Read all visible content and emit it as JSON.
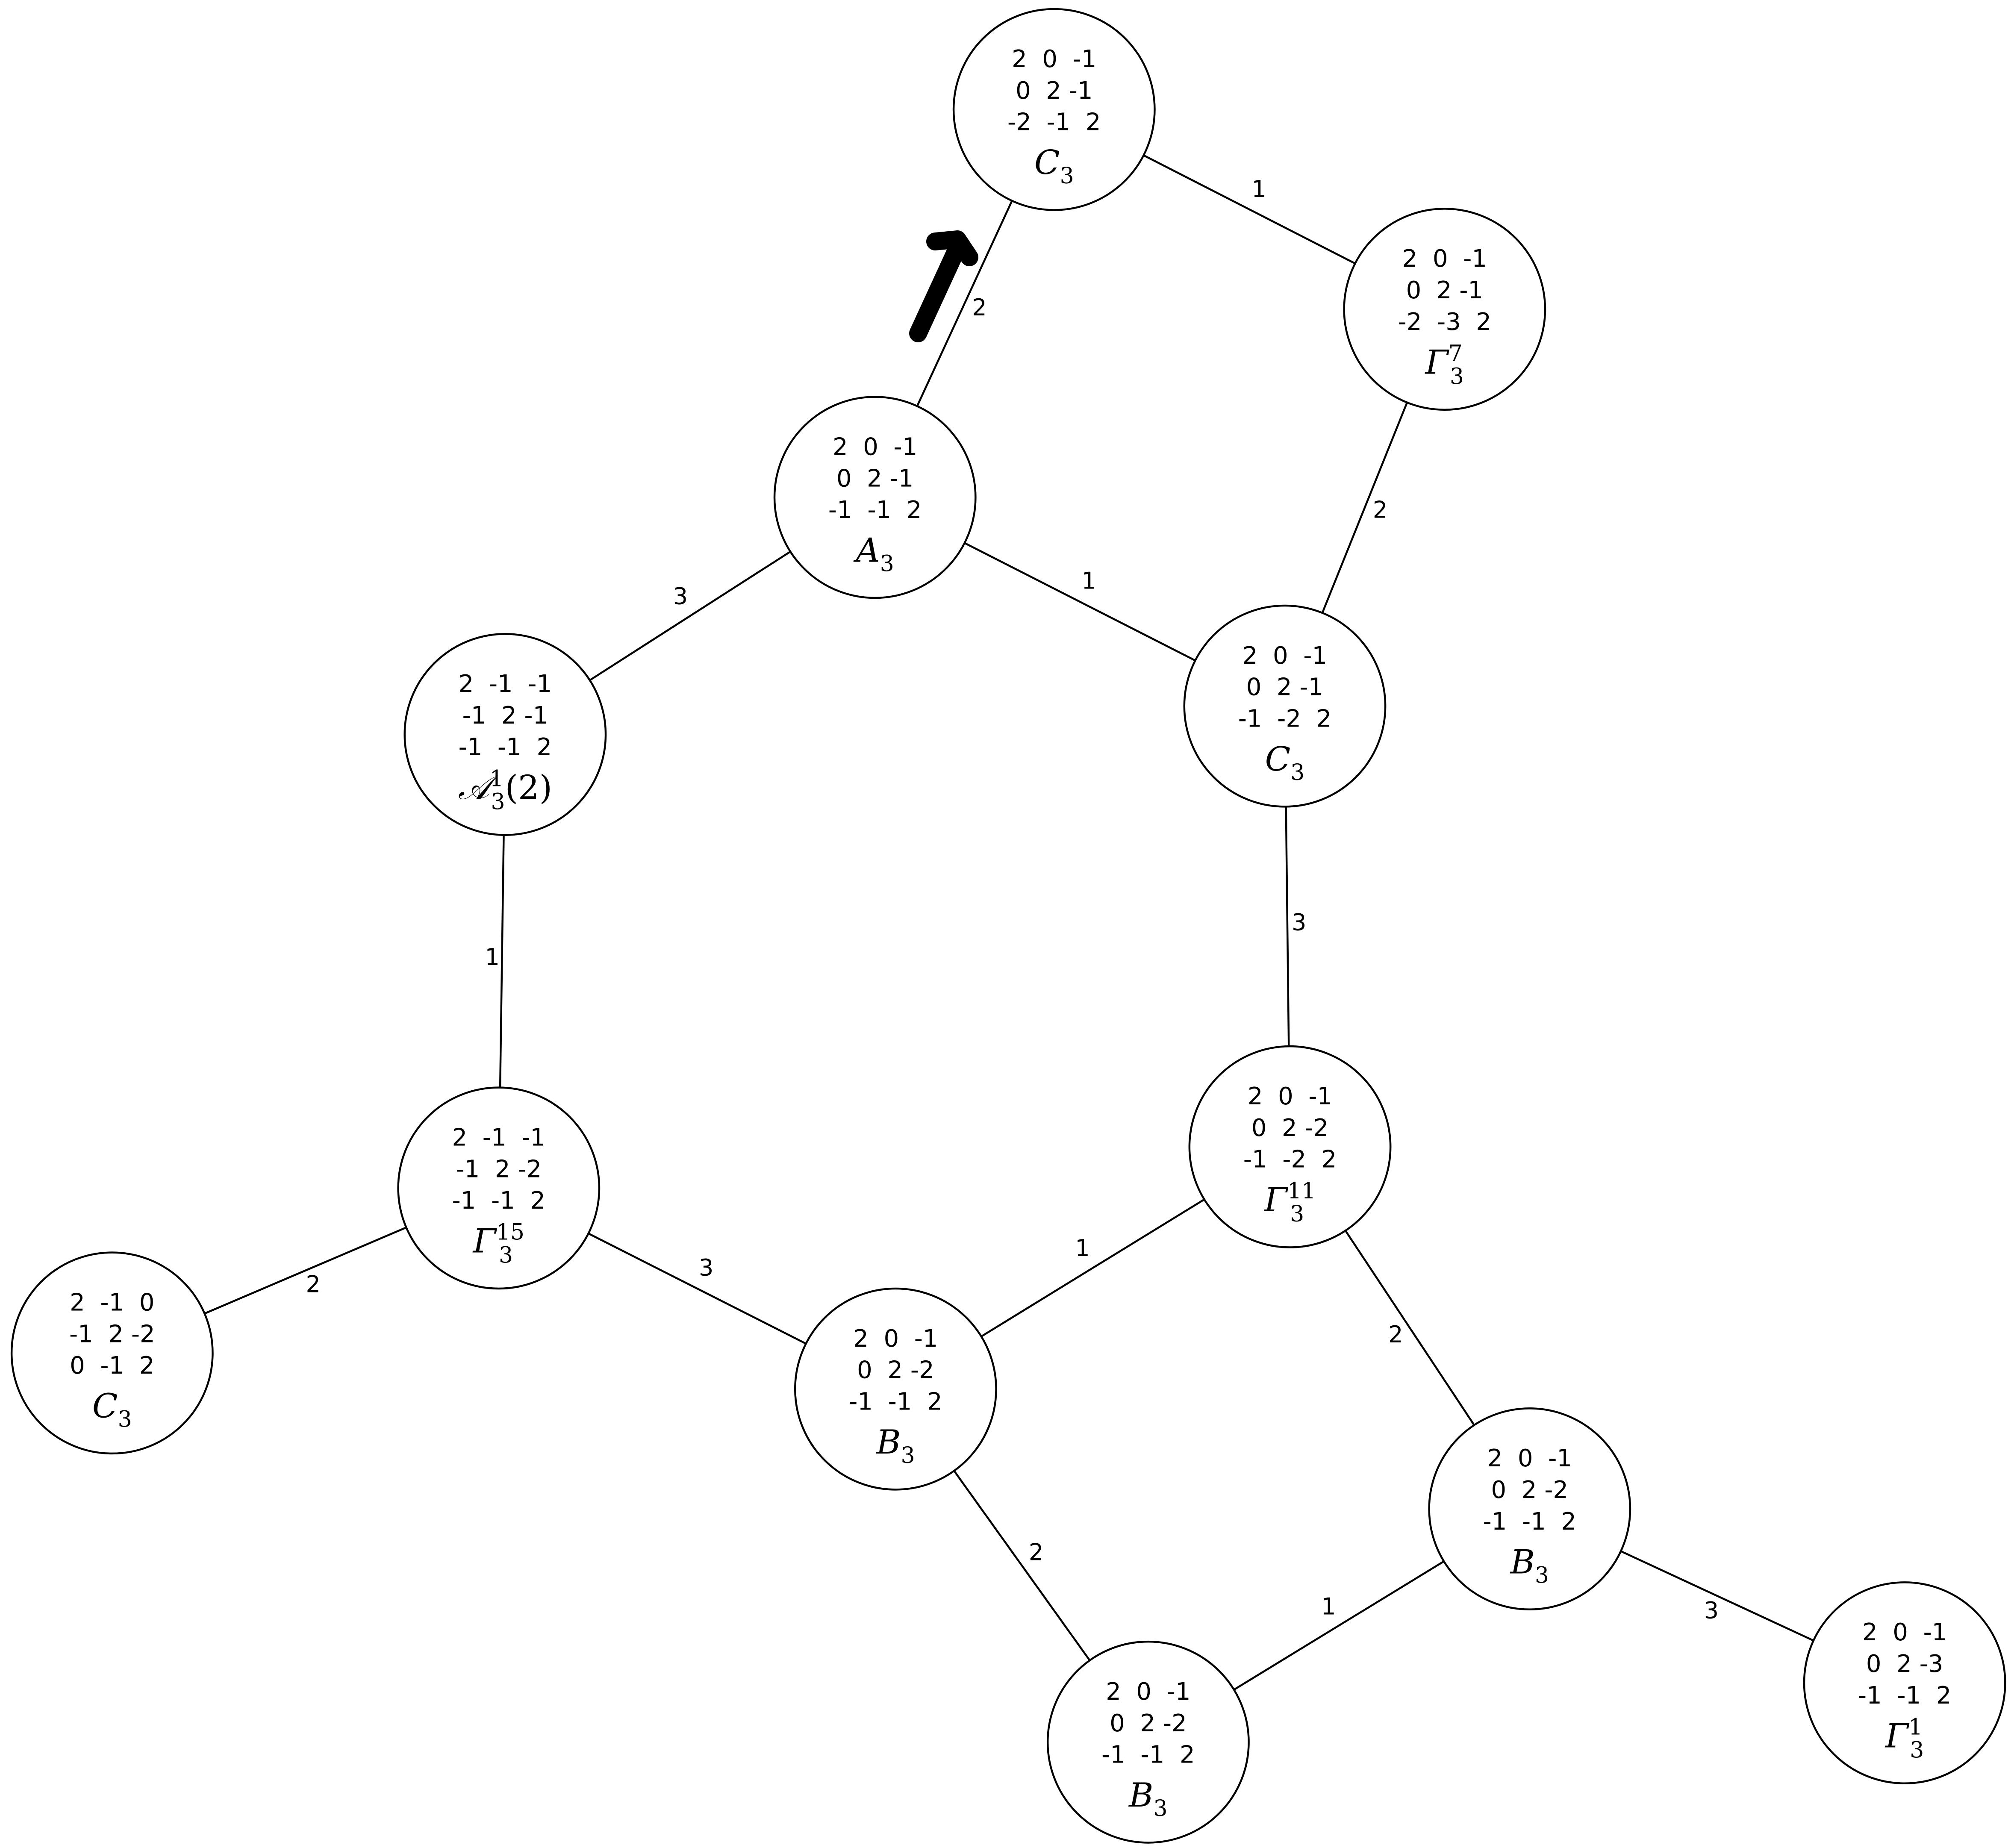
{
  "graph": {
    "nodes": [
      {
        "id": "n1",
        "matrix": [
          "2  0  -1",
          "0  2 -1",
          "-2  -1  2"
        ],
        "label": {
          "base": "C",
          "sub": "3",
          "sup": "",
          "suffix": ""
        }
      },
      {
        "id": "n2",
        "matrix": [
          "2  0  -1",
          "0  2 -1",
          "-2  -3  2"
        ],
        "label": {
          "base": "Γ",
          "sub": "3",
          "sup": "7",
          "suffix": ""
        }
      },
      {
        "id": "n3",
        "matrix": [
          "2  0  -1",
          "0  2 -1",
          "-1  -1  2"
        ],
        "label": {
          "base": "A",
          "sub": "3",
          "sup": "",
          "suffix": ""
        }
      },
      {
        "id": "n4",
        "matrix": [
          "2  -1  -1",
          "-1  2 -1",
          "-1  -1  2"
        ],
        "label": {
          "base": "𝒜",
          "sub": "3",
          "sup": "1",
          "suffix": "(2)"
        }
      },
      {
        "id": "n5",
        "matrix": [
          "2  0  -1",
          "0  2 -1",
          "-1  -2  2"
        ],
        "label": {
          "base": "C",
          "sub": "3",
          "sup": "",
          "suffix": ""
        }
      },
      {
        "id": "n6",
        "matrix": [
          "2  0  -1",
          "0  2 -2",
          "-1  -2  2"
        ],
        "label": {
          "base": "Γ",
          "sub": "3",
          "sup": "11",
          "suffix": ""
        }
      },
      {
        "id": "n7",
        "matrix": [
          "2  -1  -1",
          "-1  2 -2",
          "-1  -1  2"
        ],
        "label": {
          "base": "Γ",
          "sub": "3",
          "sup": "15",
          "suffix": ""
        }
      },
      {
        "id": "n8",
        "matrix": [
          "2  -1  0",
          "-1  2 -2",
          "0  -1  2"
        ],
        "label": {
          "base": "C",
          "sub": "3",
          "sup": "",
          "suffix": ""
        }
      },
      {
        "id": "n9",
        "matrix": [
          "2  0  -1",
          "0  2 -2",
          "-1  -1  2"
        ],
        "label": {
          "base": "B",
          "sub": "3",
          "sup": "",
          "suffix": ""
        }
      },
      {
        "id": "n10",
        "matrix": [
          "2  0  -1",
          "0  2 -2",
          "-1  -1  2"
        ],
        "label": {
          "base": "B",
          "sub": "3",
          "sup": "",
          "suffix": ""
        }
      },
      {
        "id": "n11",
        "matrix": [
          "2  0  -1",
          "0  2 -2",
          "-1  -1  2"
        ],
        "label": {
          "base": "B",
          "sub": "3",
          "sup": "",
          "suffix": ""
        }
      },
      {
        "id": "n12",
        "matrix": [
          "2  0  -1",
          "0  2 -3",
          "-1  -1  2"
        ],
        "label": {
          "base": "Γ",
          "sub": "3",
          "sup": "1",
          "suffix": ""
        }
      }
    ],
    "edges": [
      {
        "from": "n3",
        "to": "n1",
        "weight": "2"
      },
      {
        "from": "n1",
        "to": "n2",
        "weight": "1"
      },
      {
        "from": "n2",
        "to": "n5",
        "weight": "2"
      },
      {
        "from": "n3",
        "to": "n5",
        "weight": "1"
      },
      {
        "from": "n3",
        "to": "n4",
        "weight": "3"
      },
      {
        "from": "n4",
        "to": "n7",
        "weight": "1"
      },
      {
        "from": "n5",
        "to": "n6",
        "weight": "3"
      },
      {
        "from": "n7",
        "to": "n8",
        "weight": "2"
      },
      {
        "from": "n7",
        "to": "n9",
        "weight": "3"
      },
      {
        "from": "n9",
        "to": "n6",
        "weight": "1"
      },
      {
        "from": "n6",
        "to": "n11",
        "weight": "2"
      },
      {
        "from": "n9",
        "to": "n10",
        "weight": "2"
      },
      {
        "from": "n10",
        "to": "n11",
        "weight": "1"
      },
      {
        "from": "n11",
        "to": "n12",
        "weight": "3"
      }
    ],
    "pointer_arrow": {
      "icon": "bold-arrow-icon",
      "color": "#000000"
    }
  }
}
